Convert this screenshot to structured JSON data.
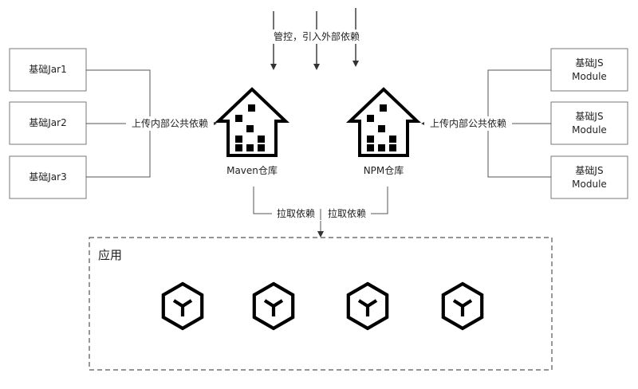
{
  "top": {
    "manage_label": "管控，引入外部依赖"
  },
  "java": {
    "jars": [
      "基础Jar1",
      "基础Jar2",
      "基础Jar3"
    ],
    "upload_label": "上传内部公共依赖",
    "repo_label": "Maven仓库"
  },
  "js": {
    "modules": [
      [
        "基础JS",
        "Module"
      ],
      [
        "基础JS",
        "Module"
      ],
      [
        "基础JS",
        "Module"
      ]
    ],
    "upload_label": "上传内部公共依赖",
    "repo_label": "NPM仓库"
  },
  "pull": {
    "left_label": "拉取依赖",
    "right_label": "拉取依赖"
  },
  "app": {
    "title": "应用",
    "components": [
      "component-icon",
      "component-icon",
      "component-icon",
      "component-icon"
    ]
  },
  "icons": {
    "repo": "warehouse-icon",
    "component": "hexagon-y-icon"
  },
  "colors": {
    "stroke": "#555555",
    "icon": "#000000",
    "background": "#ffffff"
  }
}
